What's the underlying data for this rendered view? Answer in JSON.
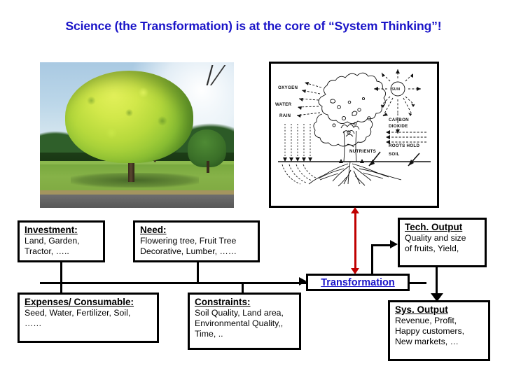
{
  "slide": {
    "title": "Science  (the Transformation) is at the core of “System Thinking”!",
    "title_color": "#1a14c8",
    "background": "#ffffff"
  },
  "photo": {
    "alt": "Photograph of a bright yellow-green broadleaf tree standing on mown grass in a park, with blue sky, darker background trees and a paved road along the bottom."
  },
  "diagram": {
    "alt": "Line drawing of a tree showing inputs and outputs of photosynthesis and soil retention.",
    "labels": {
      "oxygen": "OXYGEN",
      "water": "WATER",
      "sun": "SUN",
      "rain": "RAIN",
      "carbon_dioxide_line1": "CARBON",
      "carbon_dioxide_line2": "DIOXIDE",
      "nutrients": "NUTRIENTS",
      "roots_hold_line1": "ROOTS HOLD",
      "roots_hold_line2": "SOIL"
    }
  },
  "boxes": {
    "investment": {
      "header": "Investment:",
      "lines": [
        "Land, Garden,",
        "Tractor, ….."
      ]
    },
    "need": {
      "header": "Need:",
      "lines": [
        "Flowering tree, Fruit Tree",
        "Decorative, Lumber, ……"
      ]
    },
    "expenses": {
      "header": "Expenses/ Consumable:",
      "lines": [
        "Seed, Water, Fertilizer, Soil,",
        "……"
      ]
    },
    "constraints": {
      "header": "Constraints:",
      "lines": [
        "Soil Quality, Land area,",
        "Environmental Quality,,",
        "Time, .."
      ]
    },
    "transformation": {
      "label": "Transformation",
      "color": "#1a14c8"
    },
    "tech_output": {
      "header": "Tech. Output",
      "lines": [
        "Quality and size",
        "of fruits, Yield,"
      ]
    },
    "sys_output": {
      "header": "Sys. Output",
      "lines": [
        "Revenue, Profit,",
        "Happy customers,",
        "New markets, …"
      ]
    }
  },
  "connectors": {
    "red_link_color": "#c00000",
    "line_color": "#000000"
  }
}
